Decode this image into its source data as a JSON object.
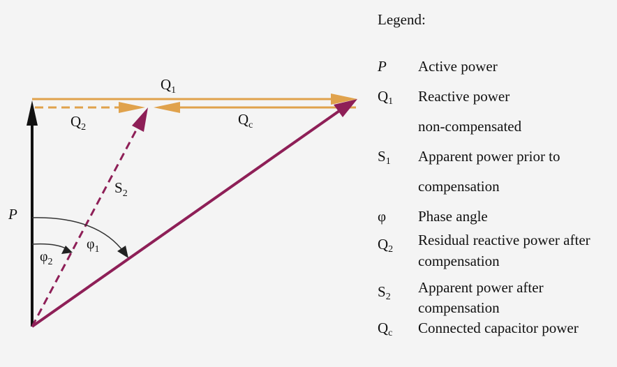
{
  "diagram": {
    "vectors": {
      "p": "P",
      "q1": {
        "base": "Q",
        "sub": "1"
      },
      "q2": {
        "base": "Q",
        "sub": "2"
      },
      "qc": {
        "base": "Q",
        "sub": "c"
      },
      "s2": {
        "base": "S",
        "sub": "2"
      },
      "phi1": {
        "base": "φ",
        "sub": "1"
      },
      "phi2": {
        "base": "φ",
        "sub": "2"
      }
    },
    "colors": {
      "active_power": "#111111",
      "reactive_power": "#e0a24c",
      "apparent_power": "#8e1f57",
      "angle_arc": "#333333"
    }
  },
  "legend": {
    "title": "Legend:",
    "items": [
      {
        "symbol": "P",
        "symbol_sub": "",
        "italic": true,
        "lines": [
          "Active power"
        ]
      },
      {
        "symbol": "Q",
        "symbol_sub": "1",
        "italic": false,
        "lines": [
          "Reactive power",
          "non-compensated"
        ]
      },
      {
        "symbol": "S",
        "symbol_sub": "1",
        "italic": false,
        "lines": [
          "Apparent power prior to",
          "compensation"
        ]
      },
      {
        "symbol": "φ",
        "symbol_sub": "",
        "italic": false,
        "lines": [
          "Phase angle"
        ]
      },
      {
        "symbol": "Q",
        "symbol_sub": "2",
        "italic": false,
        "lines": [
          "Residual reactive power after",
          "compensation"
        ]
      },
      {
        "symbol": "S",
        "symbol_sub": "2",
        "italic": false,
        "lines": [
          "Apparent power after",
          "compensation"
        ]
      },
      {
        "symbol": "Q",
        "symbol_sub": "c",
        "italic": false,
        "lines": [
          "Connected capacitor power"
        ]
      }
    ]
  }
}
